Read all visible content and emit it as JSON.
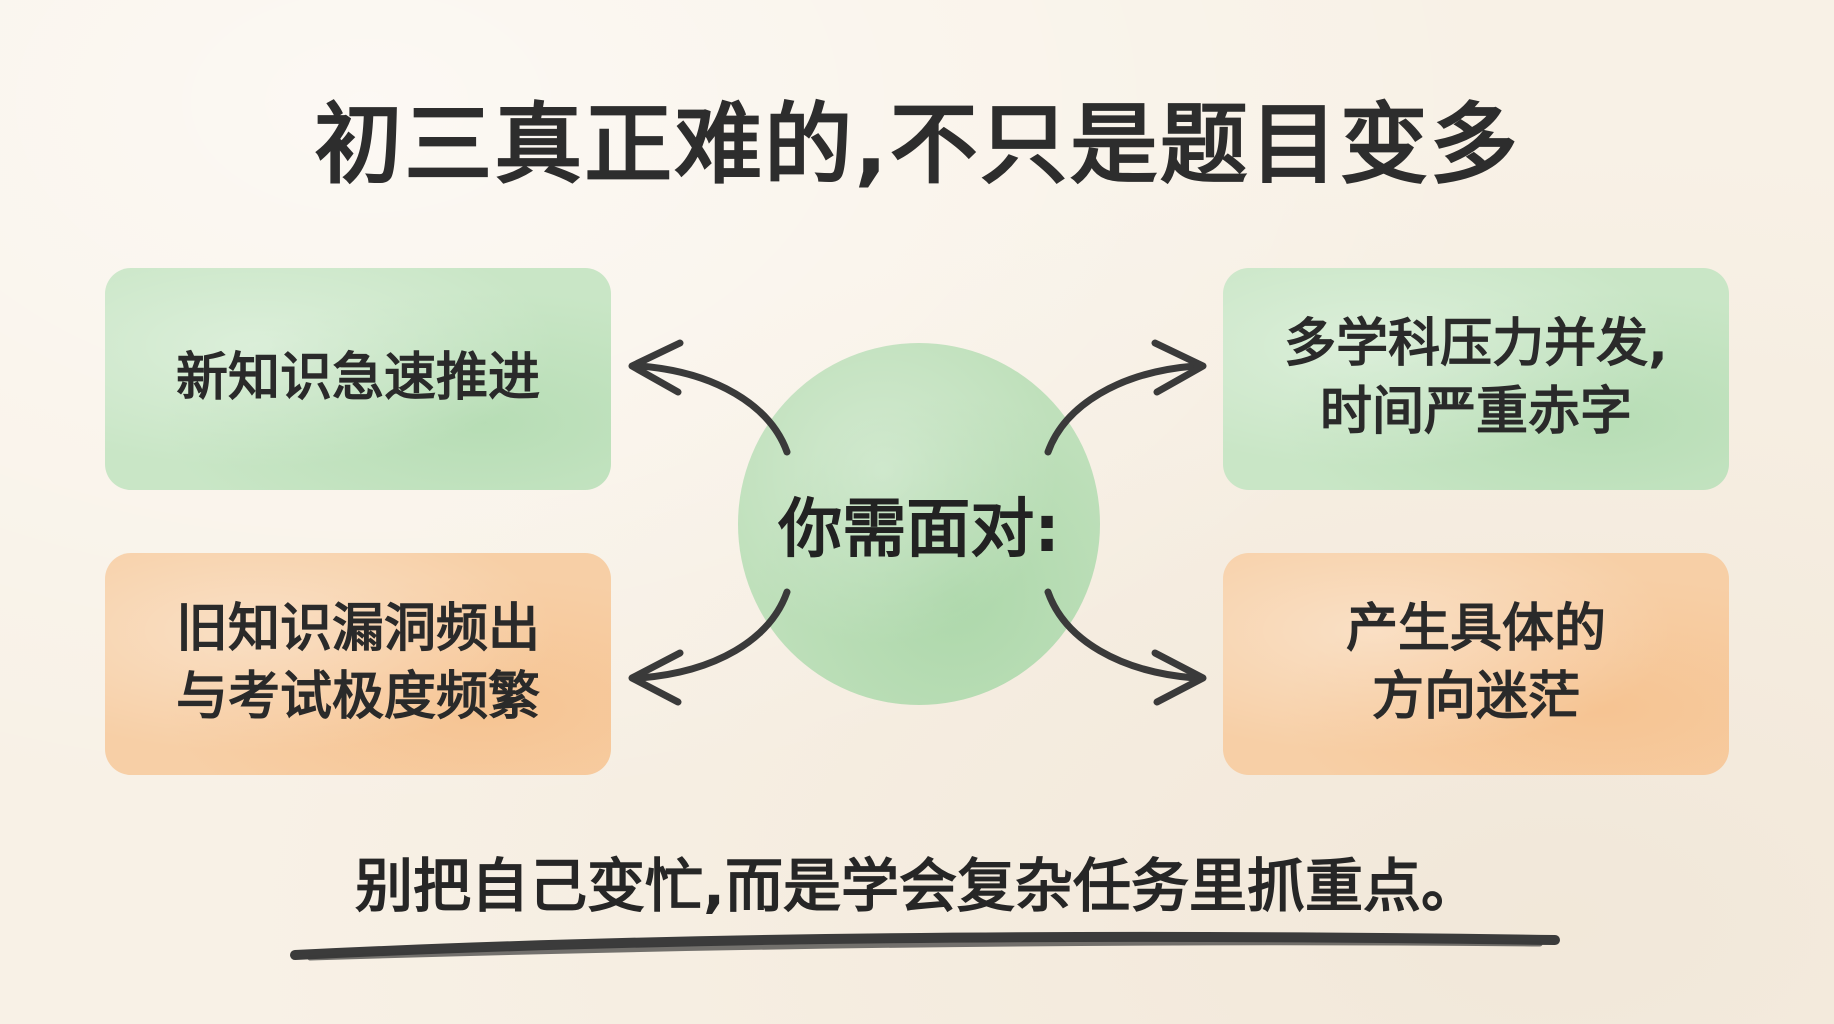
{
  "title": "初三真正难的,不只是题目变多",
  "center": {
    "label": "你需面对:"
  },
  "boxes": {
    "top_left": "新知识急速推进",
    "top_right": "多学科压力并发,\n时间严重赤字",
    "bottom_left": "旧知识漏洞频出\n与考试极度频繁",
    "bottom_right": "产生具体的\n方向迷茫"
  },
  "footer": {
    "text": "别把自己变忙,而是学会复杂任务里抓重点。"
  },
  "colors": {
    "background": "#f8f1e6",
    "green": "#c9e6c6",
    "orange": "#f7cfa6",
    "ink": "#3a3a3a"
  }
}
